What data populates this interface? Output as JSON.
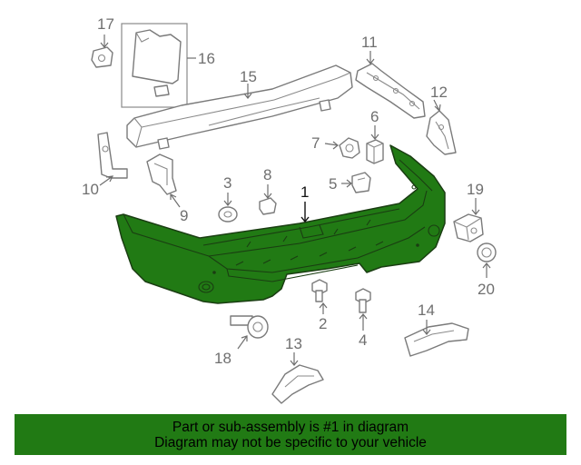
{
  "callouts": {
    "c1": "1",
    "c2": "2",
    "c3": "3",
    "c4": "4",
    "c5": "5",
    "c6": "6",
    "c7": "7",
    "c8": "8",
    "c9": "9",
    "c10": "10",
    "c11": "11",
    "c12": "12",
    "c13": "13",
    "c14": "14",
    "c15": "15",
    "c16": "16",
    "c17": "17",
    "c18": "18",
    "c19": "19",
    "c20": "20"
  },
  "highlight_color": "#217a14",
  "footer": {
    "line1": "Part or sub-assembly is #1 in diagram",
    "line2": "Diagram may not be specific to your vehicle"
  }
}
